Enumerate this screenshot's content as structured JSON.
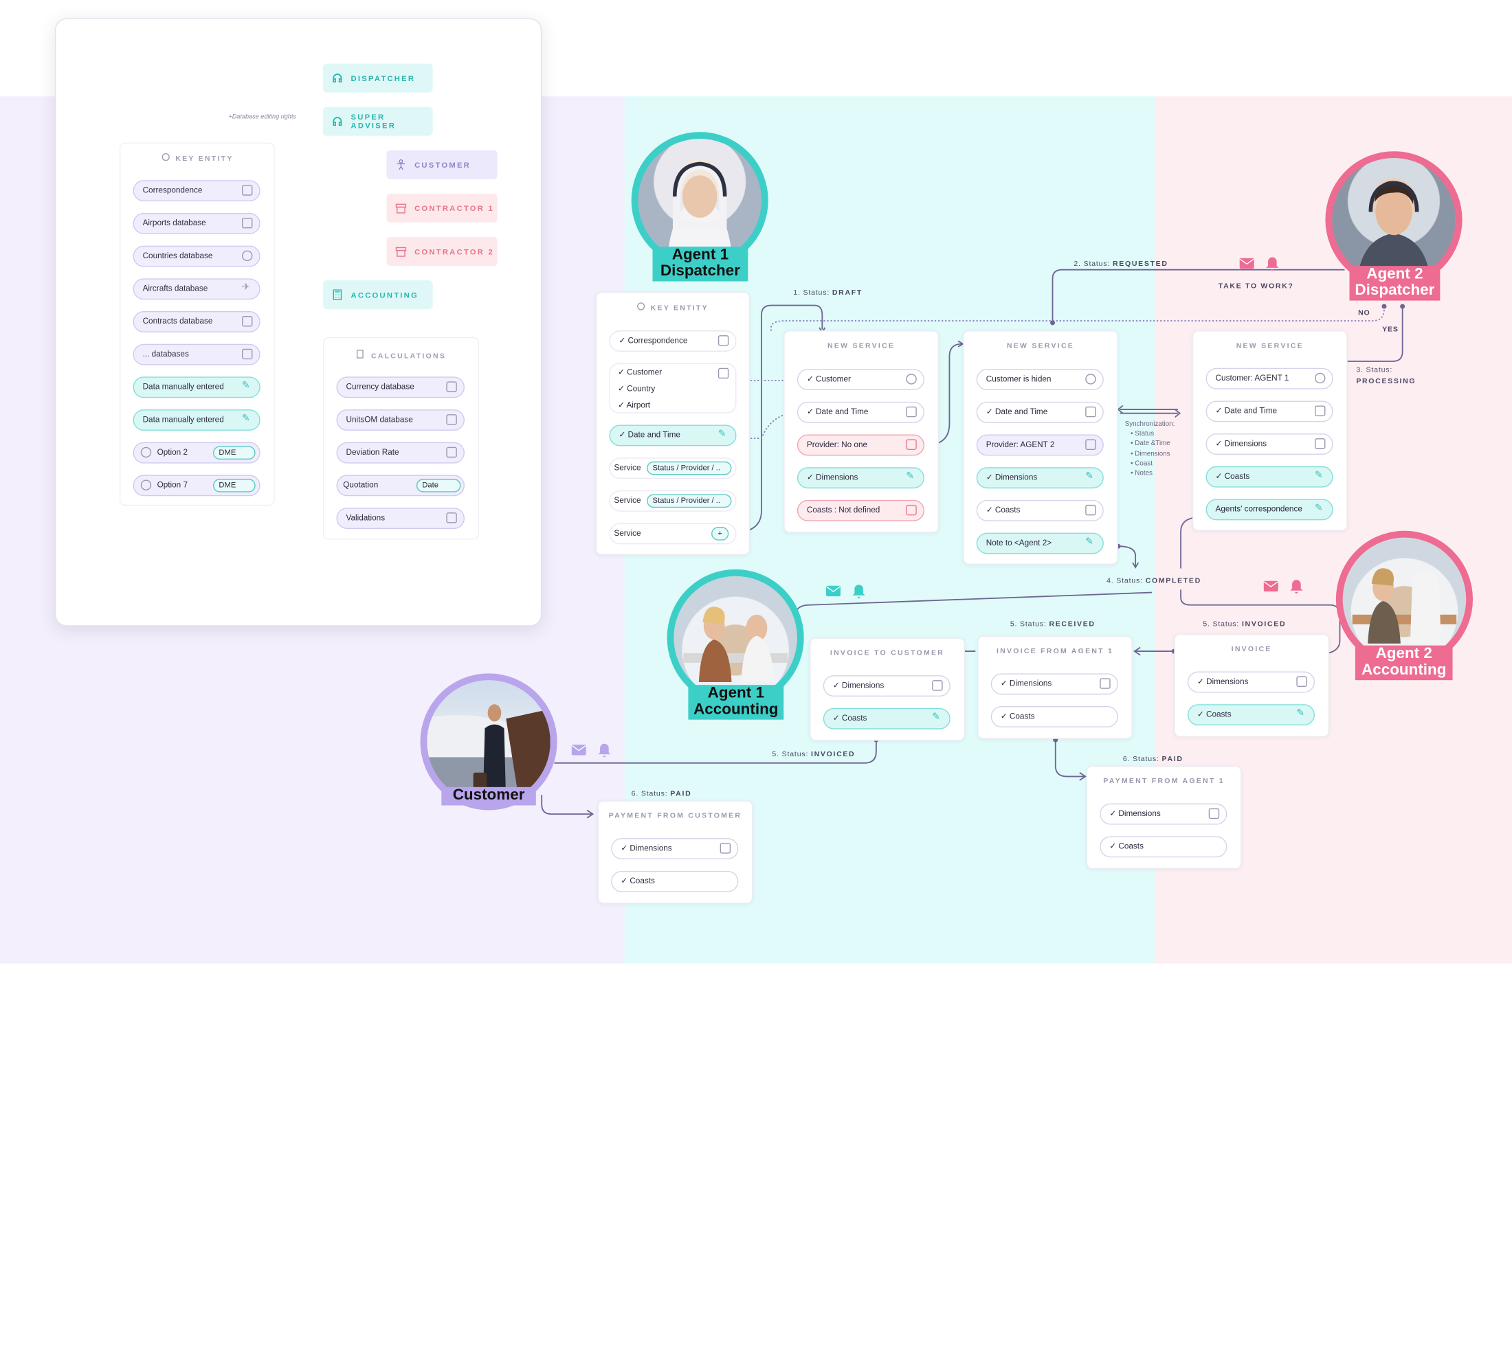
{
  "colors": {
    "teal": "#3ccfc8",
    "purple": "#b8a5ec",
    "pink": "#ee6b92",
    "line": "#6e6594",
    "bg_purple": "#f3effc",
    "bg_teal": "#e0fbfa",
    "bg_pink": "#fdeef1"
  },
  "legend": {
    "roles": {
      "dispatcher": "DISPATCHER",
      "super_adviser": "SUPER ADVISER",
      "customer": "CUSTOMER",
      "contractor1": "CONTRACTOR 1",
      "contractor2": "CONTRACTOR 2",
      "accounting": "ACCOUNTING"
    },
    "db_rights_note": "+Database editing rights",
    "key_entity": {
      "title": "KEY ENTITY",
      "items": [
        "Correspondence",
        "Airports database",
        "Countries database",
        "Aircrafts database",
        "Contracts database",
        "... databases",
        "Data manually entered",
        "Data manually entered",
        "Option 2",
        "Option 7"
      ],
      "tag": "DME"
    },
    "calculations": {
      "title": "CALCULATIONS",
      "items": [
        "Currency database",
        "UnitsOM database",
        "Deviation Rate",
        "Quotation",
        "Validations"
      ],
      "date_tag": "Date"
    }
  },
  "avatars": {
    "agent1_dispatcher": [
      "Agent 1",
      "Dispatcher"
    ],
    "agent2_dispatcher": [
      "Agent 2",
      "Dispatcher"
    ],
    "agent1_accounting": [
      "Agent 1",
      "Accounting"
    ],
    "agent2_accounting": [
      "Agent 2",
      "Accounting"
    ],
    "customer": [
      "Customer"
    ]
  },
  "status": {
    "s1": {
      "label": "1. Status:",
      "value": "DRAFT"
    },
    "s2": {
      "label": "2. Status:",
      "value": "REQUESTED"
    },
    "s3": {
      "label": "3. Status:",
      "value": "PROCESSING"
    },
    "s4": {
      "label": "4. Status:",
      "value": "COMPLETED"
    },
    "s5r": {
      "label": "5. Status:",
      "value": "RECEIVED"
    },
    "s5i_top": {
      "label": "5. Status:",
      "value": "INVOICED"
    },
    "s5i_bottom": {
      "label": "5. Status:",
      "value": "INVOICED"
    },
    "s6_agent": {
      "label": "6. Status:",
      "value": "PAID"
    },
    "s6_customer": {
      "label": "6. Status:",
      "value": "PAID"
    }
  },
  "take_to_work": "TAKE TO WORK?",
  "no": "NO",
  "yes": "YES",
  "key_entity_panel": {
    "title": "KEY ENTITY",
    "correspondence": "✓ Correspondence",
    "customer": "✓ Customer",
    "country": "✓ Country",
    "airport": "✓ Airport",
    "datetime": "✓ Date and Time",
    "service": "Service",
    "service_tag": "Status / Provider / ..",
    "service_plus": "+"
  },
  "ns1": {
    "title": "NEW SERVICE",
    "items": [
      "✓ Customer",
      "✓ Date and Time",
      "Provider: No one",
      "✓ Dimensions",
      "Coasts : Not defined"
    ]
  },
  "ns2": {
    "title": "NEW SERVICE",
    "items": [
      "Customer is hiden",
      "✓ Date and Time",
      "Provider: AGENT 2",
      "✓ Dimensions",
      "✓ Coasts",
      "Note to <Agent 2>"
    ]
  },
  "ns3": {
    "title": "NEW SERVICE",
    "items": [
      "Customer: AGENT 1",
      "✓ Date and Time",
      "✓ Dimensions",
      "✓ Coasts",
      "Agents' correspondence"
    ]
  },
  "sync": {
    "title": "Synchronization:",
    "items": [
      "• Status",
      "• Date &Time",
      "• Dimensions",
      "• Coast",
      "• Notes"
    ]
  },
  "inv_customer": {
    "title": "INVOICE TO CUSTOMER",
    "items": [
      "✓ Dimensions",
      "✓ Coasts"
    ]
  },
  "inv_agent1": {
    "title": "INVOICE FROM AGENT 1",
    "items": [
      "✓ Dimensions",
      "✓ Coasts"
    ]
  },
  "invoice": {
    "title": "INVOICE",
    "items": [
      "✓ Dimensions",
      "✓ Coasts"
    ]
  },
  "pay_agent1": {
    "title": "PAYMENT FROM AGENT 1",
    "items": [
      "✓ Dimensions",
      "✓ Coasts"
    ]
  },
  "pay_customer": {
    "title": "PAYMENT FROM CUSTOMER",
    "items": [
      "✓ Dimensions",
      "✓ Coasts"
    ]
  }
}
